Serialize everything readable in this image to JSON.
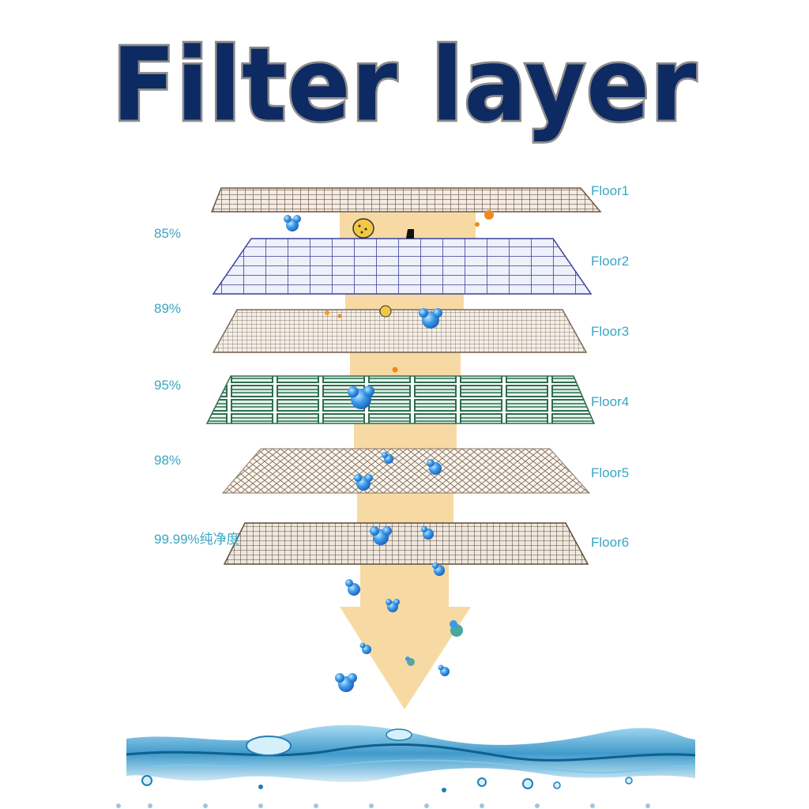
{
  "title": "Filter layer",
  "floors": [
    "Floor1",
    "Floor2",
    "Floor3",
    "Floor4",
    "Floor5",
    "Floor6"
  ],
  "percentages": [
    "85%",
    "89%",
    "95%",
    "98%",
    "99.99%纯净度"
  ],
  "colors": {
    "title": "#0e2a63",
    "title_outline": "#8c8c8c",
    "label": "#3aa6c4",
    "arrow": "#f7d9a3",
    "water": "#2a8fc4",
    "bubble": "#2f8fe0"
  }
}
